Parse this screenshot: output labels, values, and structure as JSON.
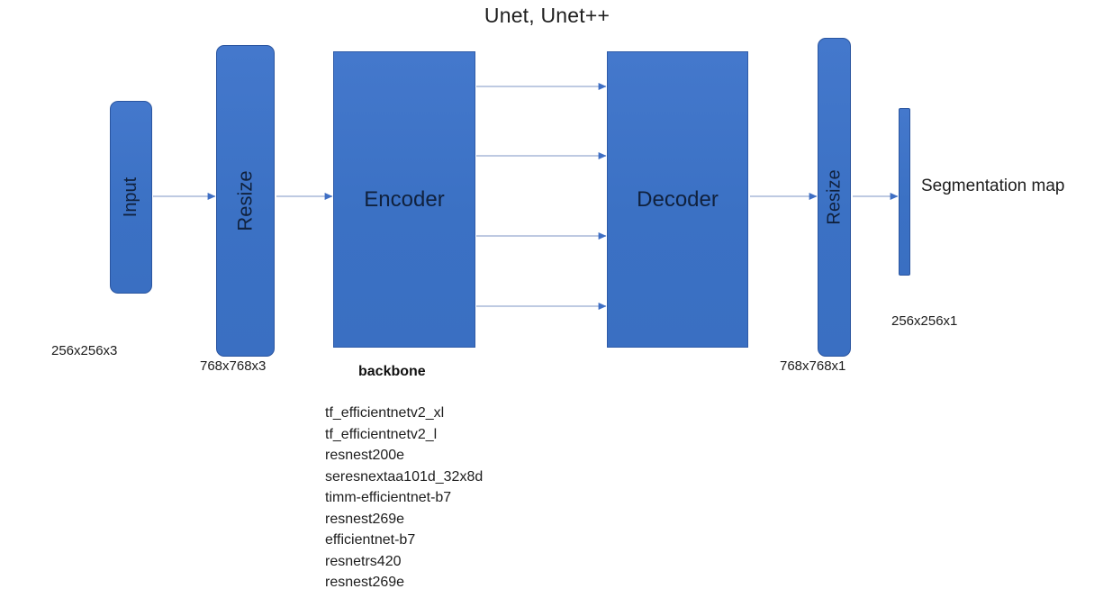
{
  "diagram": {
    "title": "Unet, Unet++",
    "type": "encoder-decoder-architecture",
    "background_color": "#ffffff",
    "block_fill_color": "#3f73c6",
    "block_border_color": "#2a55a0",
    "arrow_line_color": "#a9b8d8",
    "arrow_head_color": "#3f6fc4"
  },
  "blocks": {
    "input": {
      "label": "Input",
      "orientation": "vertical",
      "shape": "rounded-rectangle",
      "caption": "256x256x3"
    },
    "resize_in": {
      "label": "Resize",
      "orientation": "vertical",
      "shape": "rounded-rectangle",
      "caption": "768x768x3"
    },
    "encoder": {
      "label": "Encoder",
      "orientation": "horizontal",
      "shape": "rectangle"
    },
    "decoder": {
      "label": "Decoder",
      "orientation": "horizontal",
      "shape": "rectangle"
    },
    "resize_out": {
      "label": "Resize",
      "orientation": "vertical",
      "shape": "rounded-rectangle",
      "caption": "768x768x1"
    },
    "output": {
      "label": "Segmentation map",
      "shape": "thin-bar",
      "caption": "256x256x1"
    }
  },
  "backbone": {
    "heading": "backbone",
    "options": [
      "tf_efficientnetv2_xl",
      "tf_efficientnetv2_l",
      "resnest200e",
      "seresnextaa101d_32x8d",
      "timm-efficientnet-b7",
      "resnest269e",
      "efficientnet-b7",
      "resnetrs420",
      "resnest269e"
    ]
  },
  "connections": {
    "main_flow": [
      {
        "from": "input",
        "to": "resize_in"
      },
      {
        "from": "resize_in",
        "to": "encoder"
      },
      {
        "from": "decoder",
        "to": "resize_out"
      },
      {
        "from": "resize_out",
        "to": "output"
      }
    ],
    "skip_connections_count": 4,
    "skip_connections": [
      {
        "from": "encoder",
        "to": "decoder",
        "level": 1
      },
      {
        "from": "encoder",
        "to": "decoder",
        "level": 2
      },
      {
        "from": "encoder",
        "to": "decoder",
        "level": 3
      },
      {
        "from": "encoder",
        "to": "decoder",
        "level": 4
      }
    ]
  }
}
